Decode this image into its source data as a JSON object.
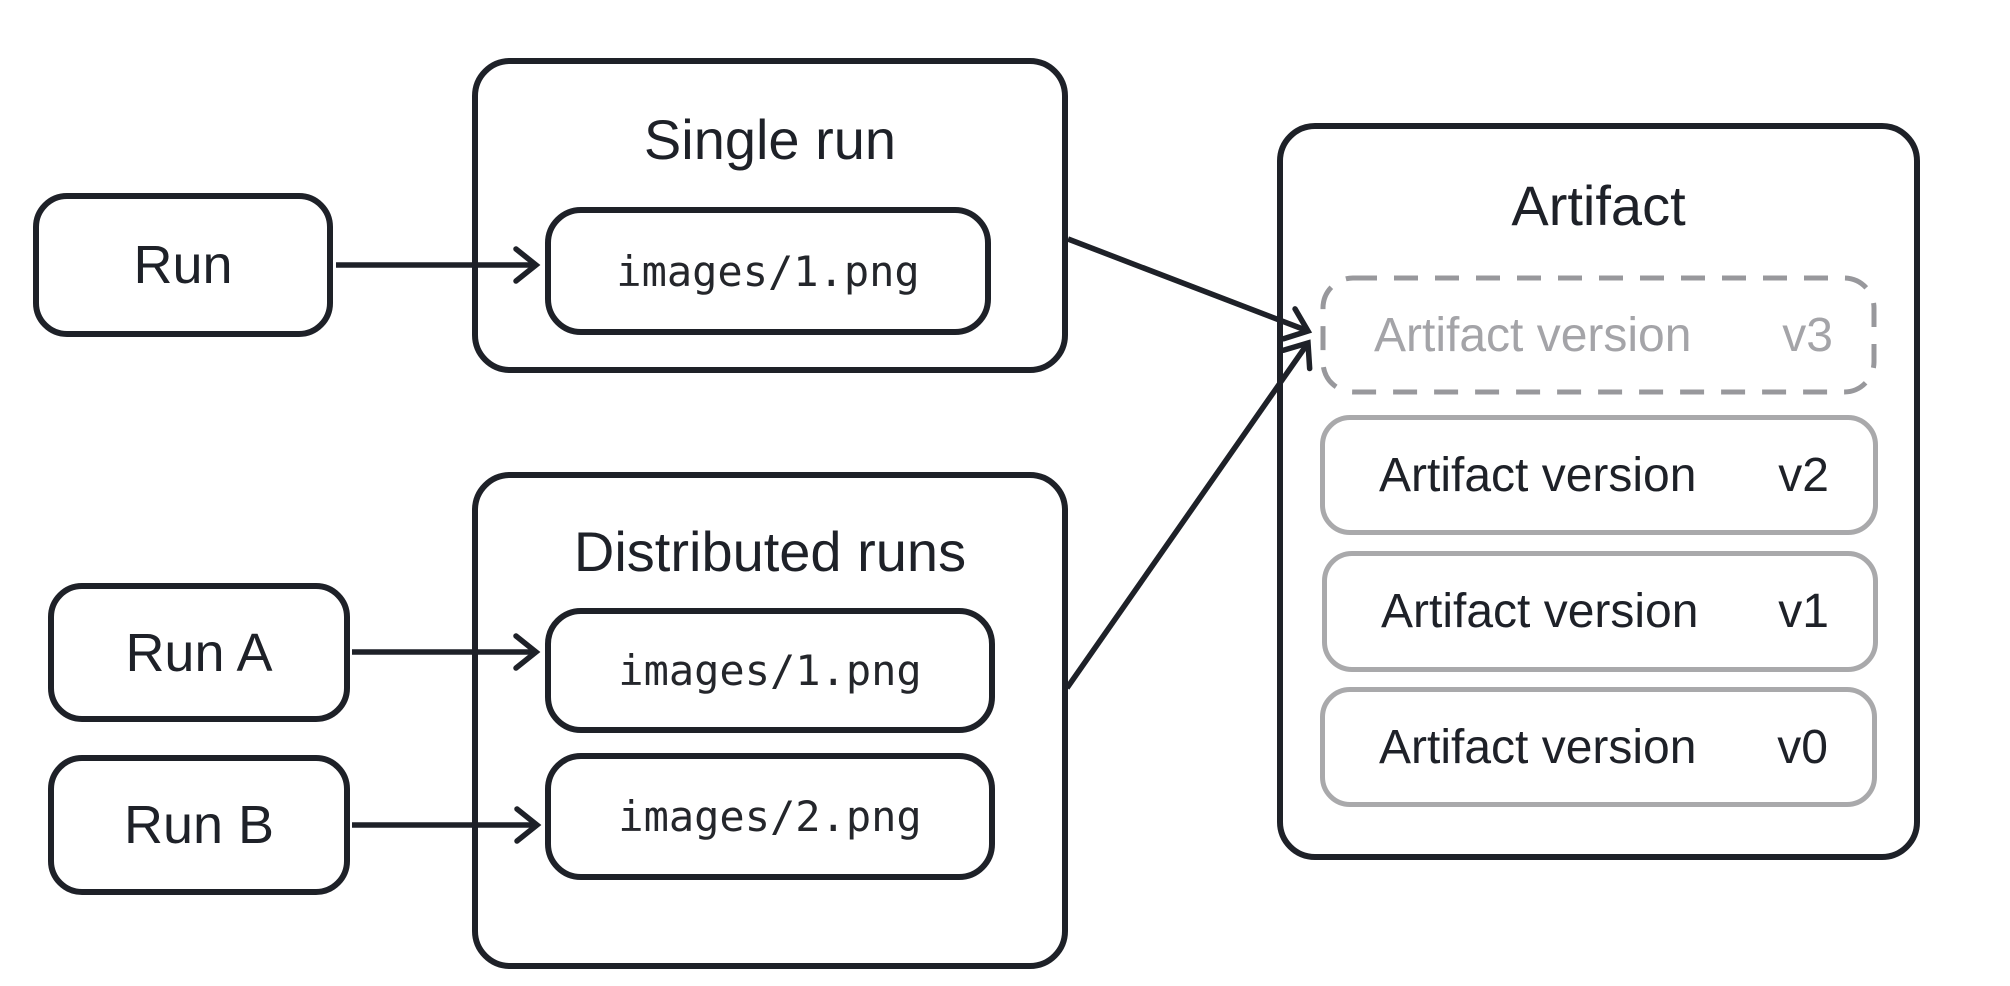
{
  "colors": {
    "ink": "#1e2128",
    "gray_border": "#a9a9ab",
    "gray_dashed": "#98989c",
    "gray_text": "#a4a4a8",
    "background": "#ffffff"
  },
  "single_run": {
    "title": "Single run",
    "source": {
      "label": "Run"
    },
    "file": "images/1.png"
  },
  "distributed_runs": {
    "title": "Distributed runs",
    "sources": [
      {
        "label": "Run A"
      },
      {
        "label": "Run B"
      }
    ],
    "files": [
      "images/1.png",
      "images/2.png"
    ]
  },
  "artifact": {
    "title": "Artifact",
    "versions": [
      {
        "label": "Artifact version",
        "tag": "v3",
        "pending": true
      },
      {
        "label": "Artifact version",
        "tag": "v2",
        "pending": false
      },
      {
        "label": "Artifact version",
        "tag": "v1",
        "pending": false
      },
      {
        "label": "Artifact version",
        "tag": "v0",
        "pending": false
      }
    ]
  }
}
